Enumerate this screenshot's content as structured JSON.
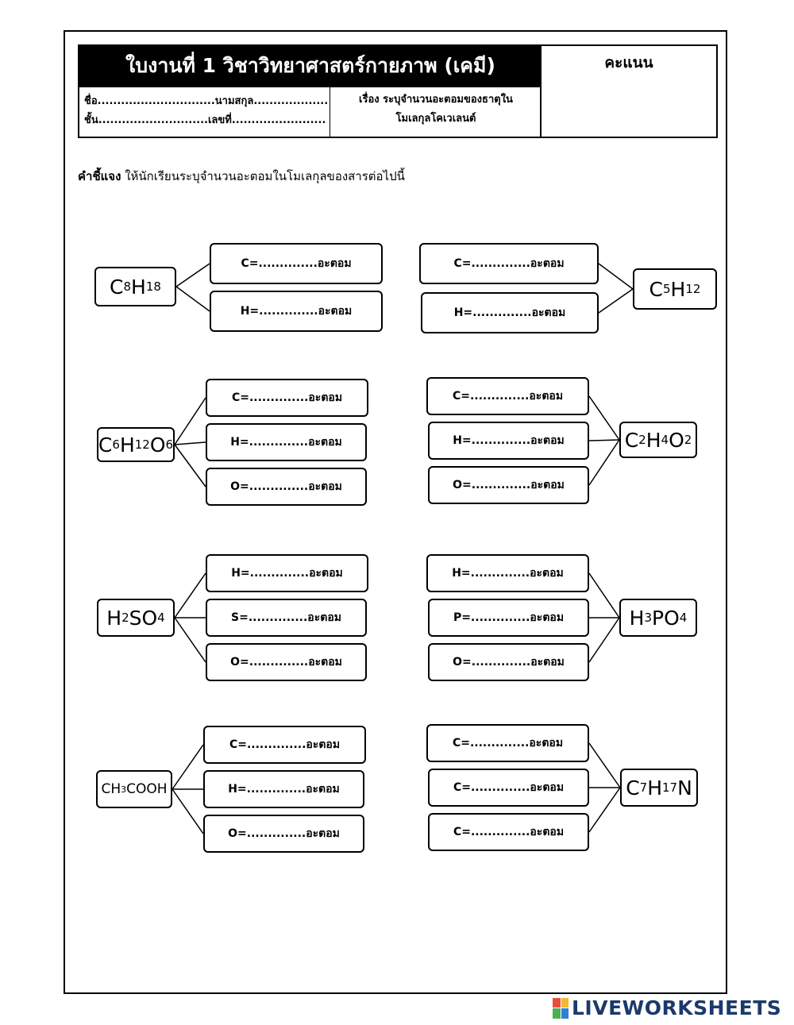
{
  "header": {
    "title": "ใบงานที่ 1 วิชาวิทยาศาสตร์กายภาพ  (เคมี)",
    "score_label": "คะแนน",
    "name_line": "ชื่อ..............................นามสกุล...................",
    "class_line": "ชั้น............................เลขที่........................",
    "topic_line1": "เรื่อง  ระบุจำนวนอะตอมของธาตุใน",
    "topic_line2": "โมเลกุลโคเวเลนต์"
  },
  "instructions": {
    "bold": "คำชี้แจง",
    "text": " ให้นักเรียนระบุจำนวนอะตอมในโมเลกุลของสารต่อไปนี้"
  },
  "suffix": "=..............อะตอม",
  "formulas": [
    {
      "parts": [
        "C",
        "8",
        "H",
        "18"
      ],
      "atoms": [
        "C",
        "H"
      ]
    },
    {
      "parts": [
        "C",
        "5",
        "H",
        "12"
      ],
      "atoms": [
        "C",
        "H"
      ]
    },
    {
      "parts": [
        "C",
        "6",
        "H",
        "12",
        "O",
        "6"
      ],
      "atoms": [
        "C",
        "H",
        "O"
      ]
    },
    {
      "parts": [
        "C",
        "2",
        "H",
        "4",
        "O",
        "2"
      ],
      "atoms": [
        "C",
        "H",
        "O"
      ]
    },
    {
      "parts": [
        "H",
        "2",
        "SO",
        "4"
      ],
      "atoms": [
        "H",
        "S",
        "O"
      ]
    },
    {
      "parts": [
        "H",
        "3",
        "PO",
        "4"
      ],
      "atoms": [
        "H",
        "P",
        "O"
      ]
    },
    {
      "parts": [
        "CH",
        "3",
        "COOH",
        ""
      ],
      "atoms": [
        "C",
        "H",
        "O"
      ]
    },
    {
      "parts": [
        "C",
        "7",
        "H",
        "17",
        "N",
        ""
      ],
      "atoms": [
        "C",
        "C",
        "C"
      ]
    }
  ],
  "brand": "LIVEWORKSHEETS",
  "brand_colors": [
    "#e84e3c",
    "#f5b82e",
    "#4caf50",
    "#2f7ed8"
  ]
}
